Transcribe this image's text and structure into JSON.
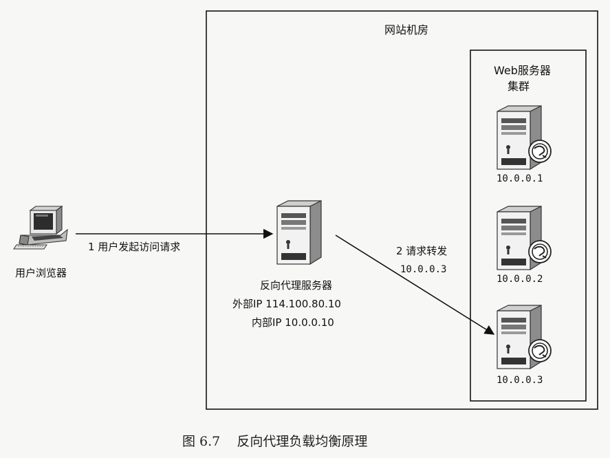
{
  "datacenter": {
    "title": "网站机房"
  },
  "cluster": {
    "title_line1": "Web服务器",
    "title_line2": "集群"
  },
  "servers": [
    {
      "ip": "10.0.0.1"
    },
    {
      "ip": "10.0.0.2"
    },
    {
      "ip": "10.0.0.3"
    }
  ],
  "client": {
    "label": "用户浏览器"
  },
  "proxy": {
    "label": "反向代理服务器",
    "external_ip": "外部IP  114.100.80.10",
    "internal_ip": "内部IP  10.0.0.10"
  },
  "edges": {
    "request": "1 用户发起访问请求",
    "forward_line1": "2 请求转发",
    "forward_line2": "10.0.0.3"
  },
  "caption": "图 6.7    反向代理负载均衡原理"
}
